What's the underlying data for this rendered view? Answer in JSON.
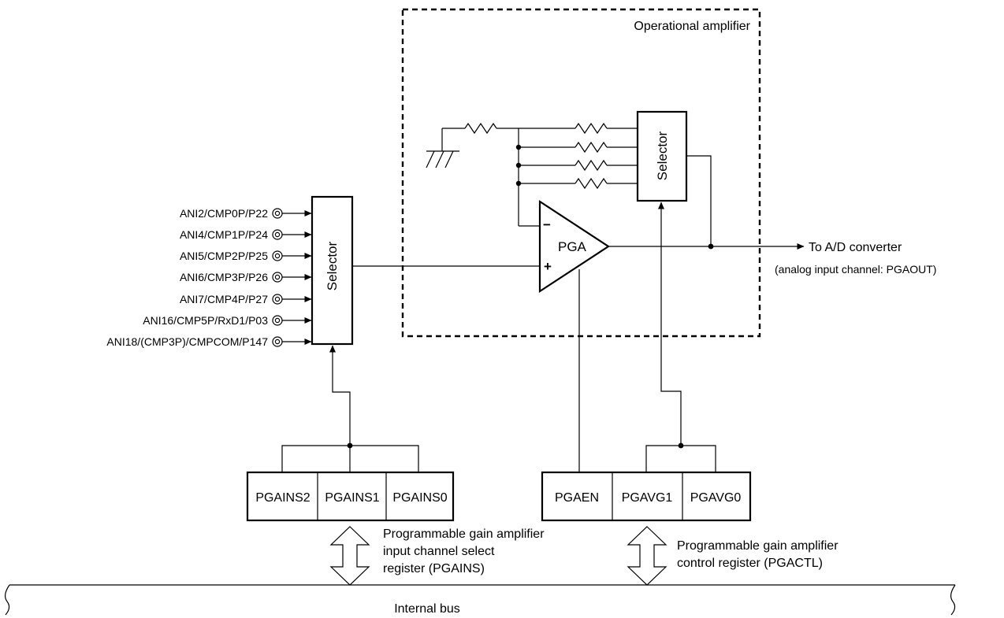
{
  "opamp_box_label": "Operational amplifier",
  "input_selector_label": "Selector",
  "gain_selector_label": "Selector",
  "pga_label": "PGA",
  "minus_sign": "−",
  "plus_sign": "+",
  "inputs": [
    "ANI2/CMP0P/P22",
    "ANI4/CMP1P/P24",
    "ANI5/CMP2P/P25",
    "ANI6/CMP3P/P26",
    "ANI7/CMP4P/P27",
    "ANI16/CMP5P/RxD1/P03",
    "ANI18/(CMP3P)/CMPCOM/P147"
  ],
  "output": {
    "label": "To A/D converter",
    "sublabel": "(analog input channel: PGAOUT)"
  },
  "pgains": {
    "cells": [
      "PGAINS2",
      "PGAINS1",
      "PGAINS0"
    ],
    "description": [
      "Programmable gain amplifier",
      "input channel select",
      "register (PGAINS)"
    ]
  },
  "pgactl": {
    "cells": [
      "PGAEN",
      "PGAVG1",
      "PGAVG0"
    ],
    "description": [
      "Programmable gain amplifier",
      "control register (PGACTL)"
    ]
  },
  "bus_label": "Internal bus"
}
